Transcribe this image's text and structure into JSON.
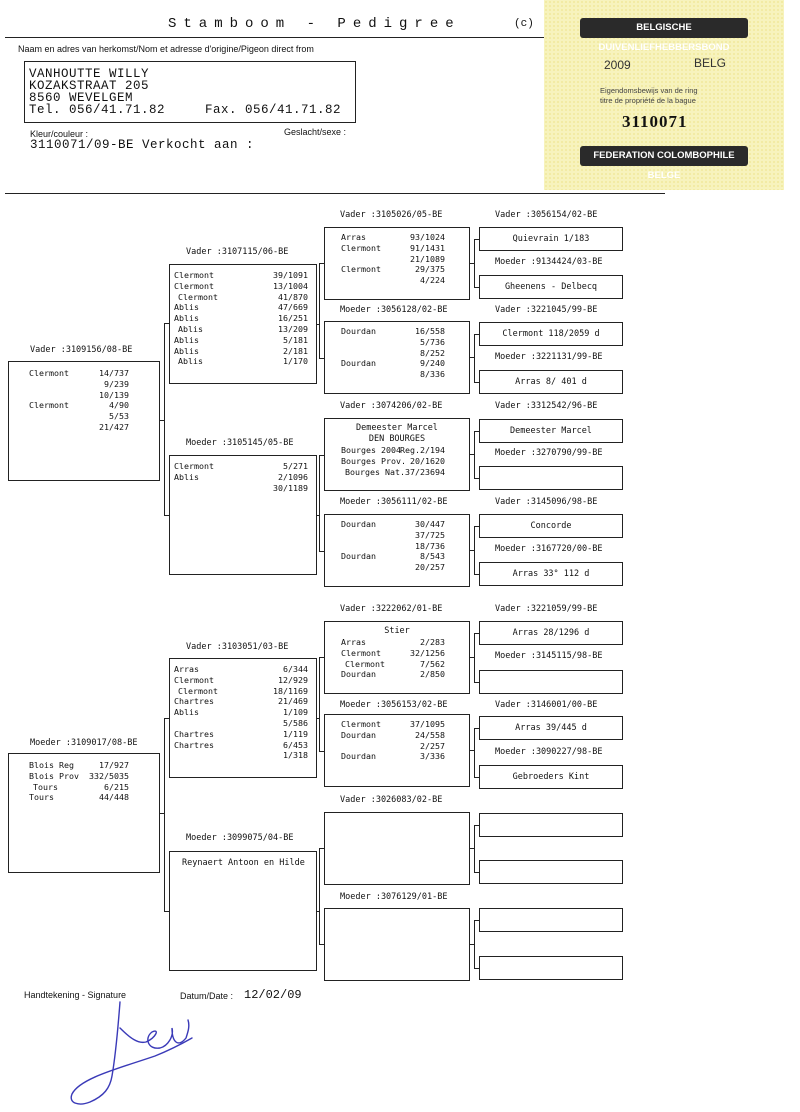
{
  "header": {
    "title": "Stamboom  -  Pedigree",
    "mark": "(c)"
  },
  "origin_label": "Naam en adres van herkomst/Nom et adresse d'origine/Pigeon direct from",
  "owner": {
    "name": "VANHOUTTE WILLY",
    "street": "KOZAKSTRAAT 205",
    "city": "8560 WEVELGEM",
    "tel": "Tel. 056/41.71.82",
    "fax": "Fax. 056/41.71.82"
  },
  "color_label": "Kleur/couleur :",
  "sex_label": "Geslacht/sexe :",
  "pigeon_line": "3110071/09-BE Verkocht aan :",
  "stamp": {
    "top": "BELGISCHE DUIVENLIEFHEBBERSBOND",
    "year": "2009",
    "country": "BELG",
    "line1": "Eigendomsbewijs van de ring",
    "line2": "titre de propriété de la bague",
    "number": "3110071",
    "bottom": "FEDERATION COLOMBOPHILE BELGE"
  },
  "g1": [
    {
      "label": "Vader :3109156/08-BE",
      "rows": [
        [
          "Clermont",
          "14/737"
        ],
        [
          "",
          "9/239"
        ],
        [
          "",
          "10/139"
        ],
        [
          "Clermont",
          "4/90"
        ],
        [
          "",
          "5/53"
        ],
        [
          "",
          "21/427"
        ]
      ]
    },
    {
      "label": "Moeder :3109017/08-BE",
      "rows": [
        [
          "Blois   Reg",
          "17/927"
        ],
        [
          "Blois   Prov",
          "332/5035"
        ],
        [
          "Tours",
          "6/215"
        ],
        [
          "Tours",
          "44/448"
        ]
      ]
    }
  ],
  "g2": [
    {
      "label": "Vader :3107115/06-BE",
      "rows": [
        [
          "Clermont",
          "39/1091"
        ],
        [
          "Clermont",
          "13/1004"
        ],
        [
          "Clermont",
          "41/870"
        ],
        [
          "Ablis",
          "47/669"
        ],
        [
          "Ablis",
          "16/251"
        ],
        [
          "Ablis",
          "13/209"
        ],
        [
          "Ablis",
          "5/181"
        ],
        [
          "Ablis",
          "2/181"
        ],
        [
          "Ablis",
          "1/170"
        ]
      ]
    },
    {
      "label": "Moeder :3105145/05-BE",
      "rows": [
        [
          "Clermont",
          "5/271"
        ],
        [
          "Ablis",
          "2/1096"
        ],
        [
          "",
          "30/1189"
        ]
      ]
    },
    {
      "label": "Vader :3103051/03-BE",
      "rows": [
        [
          "Arras",
          "6/344"
        ],
        [
          "Clermont",
          "12/929"
        ],
        [
          "Clermont",
          "18/1169"
        ],
        [
          "Chartres",
          "21/469"
        ],
        [
          "Ablis",
          "1/109"
        ],
        [
          "",
          "5/586"
        ],
        [
          "Chartres",
          "1/119"
        ],
        [
          "Chartres",
          "6/453"
        ],
        [
          "",
          "1/318"
        ]
      ]
    },
    {
      "label": "Moeder :3099075/04-BE",
      "rows": [
        [
          "Reynaert Antoon en Hilde",
          ""
        ]
      ]
    }
  ],
  "g3": [
    {
      "label": "Vader :3105026/05-BE",
      "rows": [
        [
          "Arras",
          "93/1024"
        ],
        [
          "Clermont",
          "91/1431"
        ],
        [
          "",
          "21/1089"
        ],
        [
          "Clermont",
          "29/375"
        ],
        [
          "",
          "4/224"
        ]
      ]
    },
    {
      "label": "Moeder :3056128/02-BE",
      "rows": [
        [
          "Dourdan",
          "16/558"
        ],
        [
          "",
          "5/736"
        ],
        [
          "",
          "8/252"
        ],
        [
          "Dourdan",
          "9/240"
        ],
        [
          "",
          "8/336"
        ]
      ]
    },
    {
      "label": "Vader :3074206/02-BE",
      "center": [
        "Demeester Marcel",
        "DEN BOURGES"
      ],
      "rows": [
        [
          "Bourges 2004",
          "Reg.2/194"
        ],
        [
          "Bourges   Prov.",
          "20/1620"
        ],
        [
          "Bourges Nat.",
          "37/23694"
        ]
      ]
    },
    {
      "label": "Moeder :3056111/02-BE",
      "rows": [
        [
          "Dourdan",
          "30/447"
        ],
        [
          "",
          "37/725"
        ],
        [
          "",
          "18/736"
        ],
        [
          "Dourdan",
          "8/543"
        ],
        [
          "",
          "20/257"
        ]
      ]
    },
    {
      "label": "Vader :3222062/01-BE",
      "center": [
        "Stier"
      ],
      "rows": [
        [
          "Arras",
          "2/283"
        ],
        [
          "Clermont",
          "32/1256"
        ],
        [
          "Clermont",
          "7/562"
        ],
        [
          "Dourdan",
          "2/850"
        ]
      ]
    },
    {
      "label": "Moeder :3056153/02-BE",
      "rows": [
        [
          "Clermont",
          "37/1095"
        ],
        [
          "Dourdan",
          "24/558"
        ],
        [
          "",
          "2/257"
        ],
        [
          "Dourdan",
          "3/336"
        ]
      ]
    },
    {
      "label": "Vader :3026083/02-BE",
      "rows": []
    },
    {
      "label": "Moeder :3076129/01-BE",
      "rows": []
    }
  ],
  "g4": [
    {
      "label": "Vader :3056154/02-BE",
      "text": "Quievrain     1/183"
    },
    {
      "label": "Moeder :9134424/03-BE",
      "text": "Gheenens - Delbecq"
    },
    {
      "label": "Vader :3221045/99-BE",
      "text": "Clermont    118/2059 d"
    },
    {
      "label": "Moeder :3221131/99-BE",
      "text": "Arras       8/ 401 d"
    },
    {
      "label": "Vader :3312542/96-BE",
      "text": "Demeester Marcel"
    },
    {
      "label": "Moeder :3270790/99-BE",
      "text": ""
    },
    {
      "label": "Vader :3145096/98-BE",
      "text": "Concorde"
    },
    {
      "label": "Moeder :3167720/00-BE",
      "text": "Arras           33°   112 d"
    },
    {
      "label": "Vader :3221059/99-BE",
      "text": "Arras         28/1296 d"
    },
    {
      "label": "Moeder :3145115/98-BE",
      "text": ""
    },
    {
      "label": "Vader :3146001/00-BE",
      "text": "Arras        39/445 d"
    },
    {
      "label": "Moeder :3090227/98-BE",
      "text": "Gebroeders Kint"
    },
    {
      "label": "",
      "text": ""
    },
    {
      "label": "",
      "text": ""
    },
    {
      "label": "",
      "text": ""
    },
    {
      "label": "",
      "text": ""
    }
  ],
  "footer": {
    "signature_label": "Handtekening - Signature",
    "date_label": "Datum/Date :",
    "date_value": "12/02/09"
  }
}
